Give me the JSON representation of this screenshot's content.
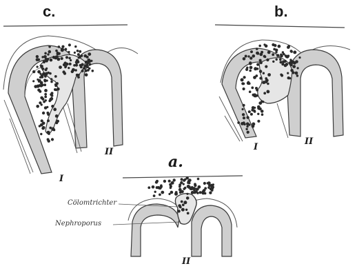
{
  "panels": {
    "c": {
      "label": "c.",
      "roman_I": "I",
      "roman_II": "II"
    },
    "b": {
      "label": "b.",
      "roman_I": "I",
      "roman_II": "II"
    },
    "a": {
      "label": "a.",
      "roman_II": "II"
    }
  },
  "annotations": {
    "coelom_funnel": "Cölomtrichter",
    "nephroporus": "Nephroporus"
  },
  "colors": {
    "tube_fill": "#cfcfcf",
    "outline": "#3a3a3a",
    "cells": "#2a2a2a",
    "duct_fill": "#e6e6e6"
  }
}
